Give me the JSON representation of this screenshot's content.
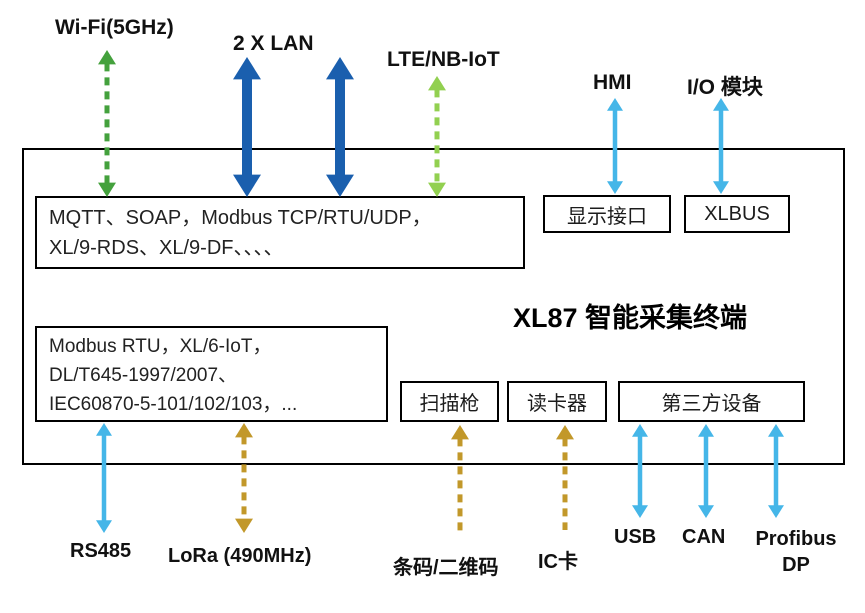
{
  "title": "XL87 智能采集终端",
  "top_interfaces": {
    "wifi": "Wi-Fi(5GHz)",
    "lan": "2 X LAN",
    "lte": "LTE/NB-IoT",
    "hmi": "HMI",
    "io": "I/O 模块"
  },
  "boxes": {
    "protocols_top_line1": "MQTT、SOAP，Modbus TCP/RTU/UDP，",
    "protocols_top_line2": "XL/9-RDS、XL/9-DF、、、、",
    "display_port": "显示接口",
    "xlbus": "XLBUS",
    "protocols_bottom_line1": "Modbus RTU，XL/6-IoT，",
    "protocols_bottom_line2": "DL/T645-1997/2007、",
    "protocols_bottom_line3": "IEC60870-5-101/102/103，...",
    "scanner": "扫描枪",
    "card_reader": "读卡器",
    "third_party": "第三方设备"
  },
  "bottom_interfaces": {
    "rs485": "RS485",
    "lora": "LoRa (490MHz)",
    "barcode": "条码/二维码",
    "ic_card": "IC卡",
    "usb": "USB",
    "can": "CAN",
    "profibus_line1": "Profibus",
    "profibus_line2": "DP"
  },
  "colors": {
    "green": "#44a13d",
    "dark_blue": "#1a5fae",
    "light_green": "#92d050",
    "light_blue": "#45b6e8",
    "gold": "#c2982a",
    "border": "#000000",
    "text": "#111111"
  }
}
